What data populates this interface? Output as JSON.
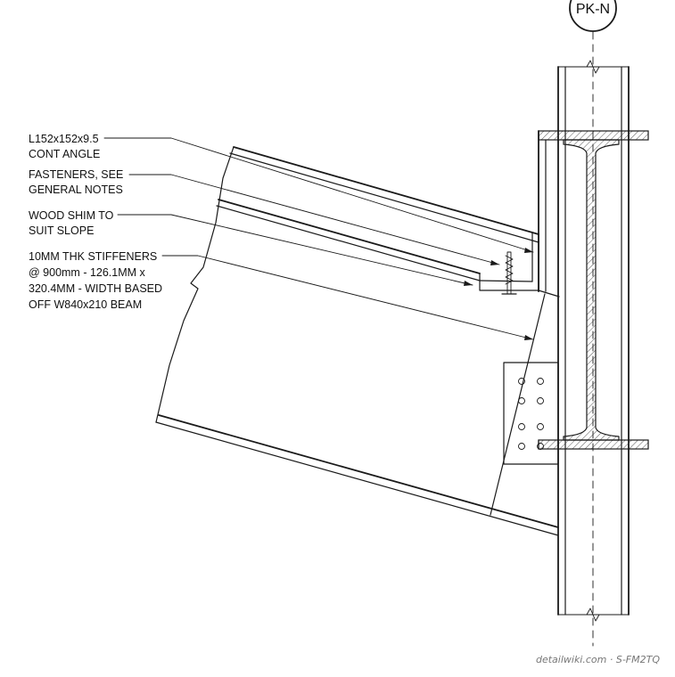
{
  "grid_label": "PK-N",
  "notes": [
    {
      "id": "angle",
      "lines": [
        "L152x152x9.5",
        "CONT ANGLE"
      ]
    },
    {
      "id": "fasteners",
      "lines": [
        "FASTENERS, SEE",
        "GENERAL NOTES"
      ]
    },
    {
      "id": "shim",
      "lines": [
        "WOOD SHIM TO",
        "SUIT SLOPE"
      ]
    },
    {
      "id": "stiffeners",
      "lines": [
        "10MM THK STIFFENERS",
        "@ 900mm - 126.1MM x",
        "320.4MM - WIDTH BASED",
        "OFF W840x210 BEAM"
      ]
    }
  ],
  "watermark": "detailwiki.com · S-FM2TQ"
}
